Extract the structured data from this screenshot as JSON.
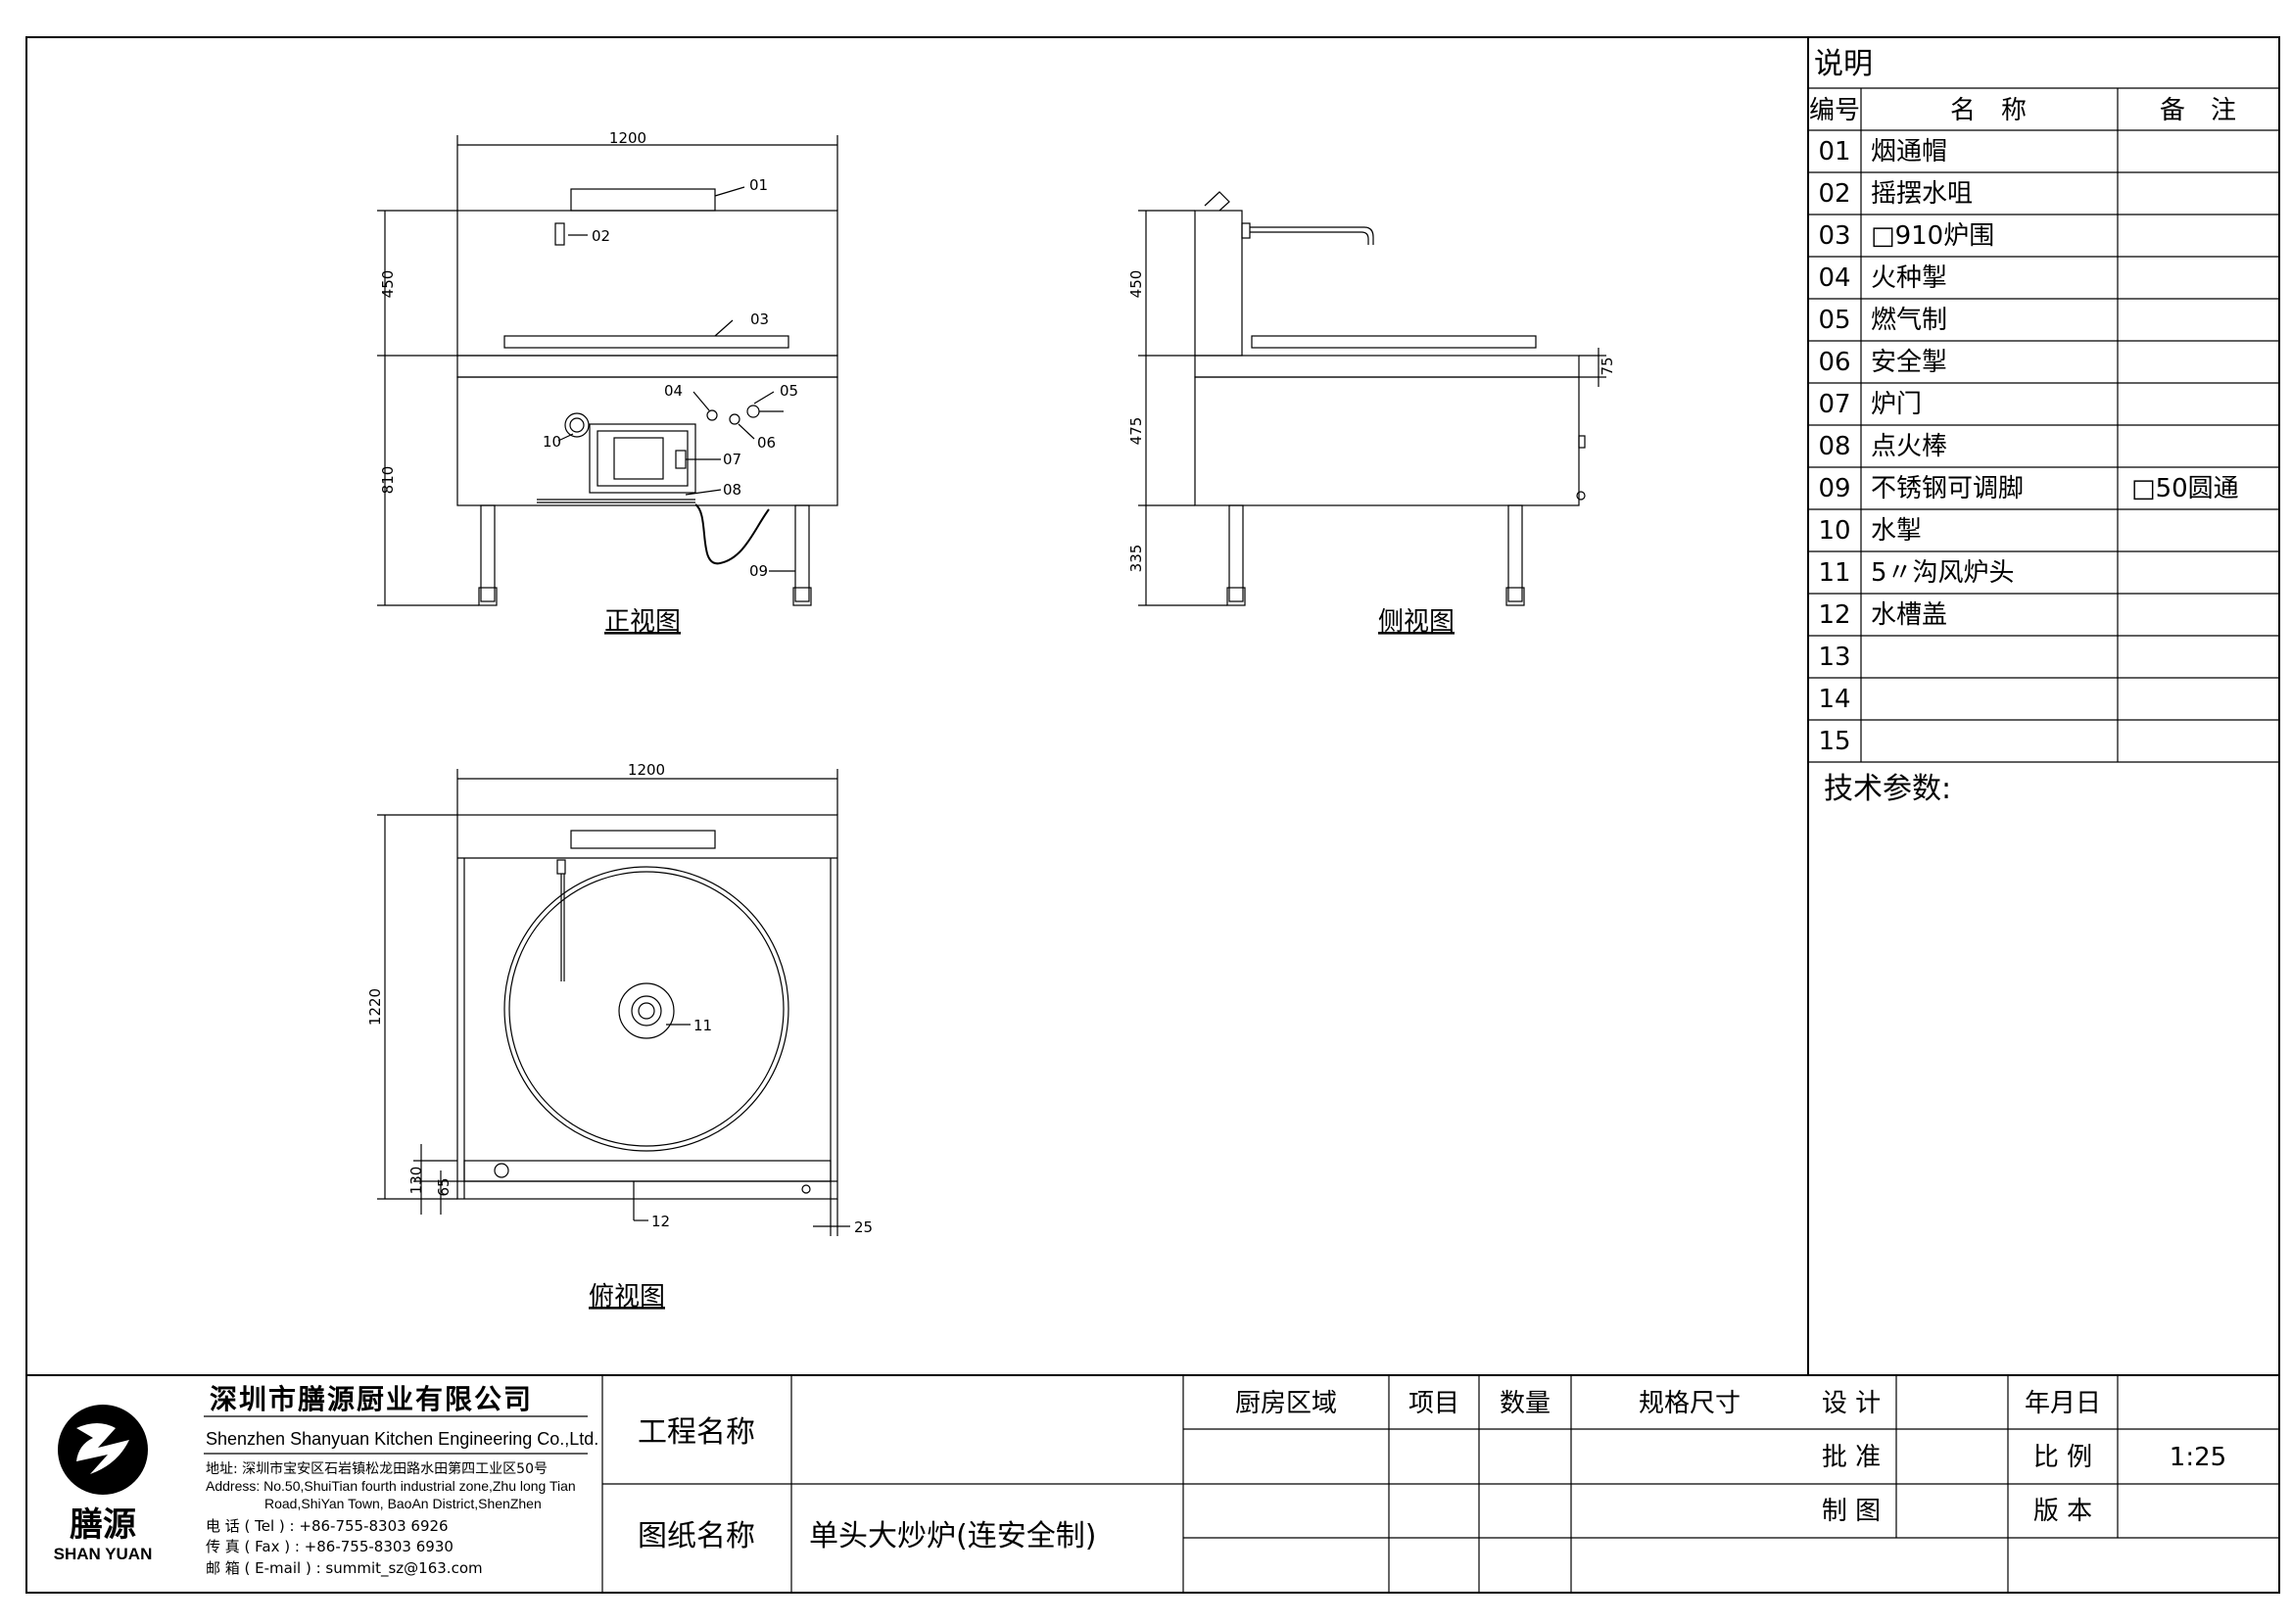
{
  "views": {
    "front": {
      "label": "正视图",
      "width": "1200",
      "h1": "450",
      "h2": "810",
      "callouts": [
        "01",
        "02",
        "03",
        "04",
        "05",
        "06",
        "07",
        "08",
        "09",
        "10"
      ]
    },
    "side": {
      "label": "侧视图",
      "h1": "450",
      "h2": "475",
      "h3": "335",
      "d1": "75"
    },
    "top": {
      "label": "俯视图",
      "width": "1200",
      "depth": "1220",
      "d1": "130",
      "d2": "65",
      "d3": "25",
      "callouts": [
        "11",
        "12"
      ]
    }
  },
  "legend": {
    "title": "说明",
    "headers": {
      "num": "编号",
      "name": "名　称",
      "note": "备　注"
    },
    "rows": [
      {
        "num": "01",
        "name": "烟通帽",
        "note": ""
      },
      {
        "num": "02",
        "name": "摇摆水咀",
        "note": ""
      },
      {
        "num": "03",
        "name": "□910炉围",
        "note": ""
      },
      {
        "num": "04",
        "name": "火种掣",
        "note": ""
      },
      {
        "num": "05",
        "name": "燃气制",
        "note": ""
      },
      {
        "num": "06",
        "name": "安全掣",
        "note": ""
      },
      {
        "num": "07",
        "name": "炉门",
        "note": ""
      },
      {
        "num": "08",
        "name": "点火棒",
        "note": ""
      },
      {
        "num": "09",
        "name": "不锈钢可调脚",
        "note": "□50圆通"
      },
      {
        "num": "10",
        "name": "水掣",
        "note": ""
      },
      {
        "num": "11",
        "name": "5〃沟风炉头",
        "note": ""
      },
      {
        "num": "12",
        "name": "水槽盖",
        "note": ""
      },
      {
        "num": "13",
        "name": "",
        "note": ""
      },
      {
        "num": "14",
        "name": "",
        "note": ""
      },
      {
        "num": "15",
        "name": "",
        "note": ""
      }
    ],
    "tech_label": "技术参数:"
  },
  "title_block": {
    "company_cn": "深圳市膳源厨业有限公司",
    "company_en": "Shenzhen Shanyuan Kitchen Engineering Co.,Ltd.",
    "address_cn": "地址: 深圳市宝安区石岩镇松龙田路水田第四工业区50号",
    "address_en1": "Address: No.50,ShuiTian fourth industrial zone,Zhu long Tian",
    "address_en2": "Road,ShiYan Town, BaoAn District,ShenZhen",
    "tel": "电 话 ( Tel ) : +86-755-8303 6926",
    "fax": "传 真 ( Fax ) : +86-755-8303 6930",
    "email": "邮 箱 ( E-mail ) : summit_sz@163.com",
    "logo_cn": "膳源",
    "logo_en": "SHAN YUAN",
    "project_label": "工程名称",
    "project_value": "",
    "drawing_label": "图纸名称",
    "drawing_value": "单头大炒炉(连安全制)",
    "col_area": "厨房区域",
    "col_item": "项目",
    "col_qty": "数量",
    "col_size": "规格尺寸",
    "design_label": "设 计",
    "approve_label": "批 准",
    "draw_label": "制 图",
    "date_label": "年月日",
    "scale_label": "比 例",
    "scale_value": "1:25",
    "version_label": "版 本"
  }
}
